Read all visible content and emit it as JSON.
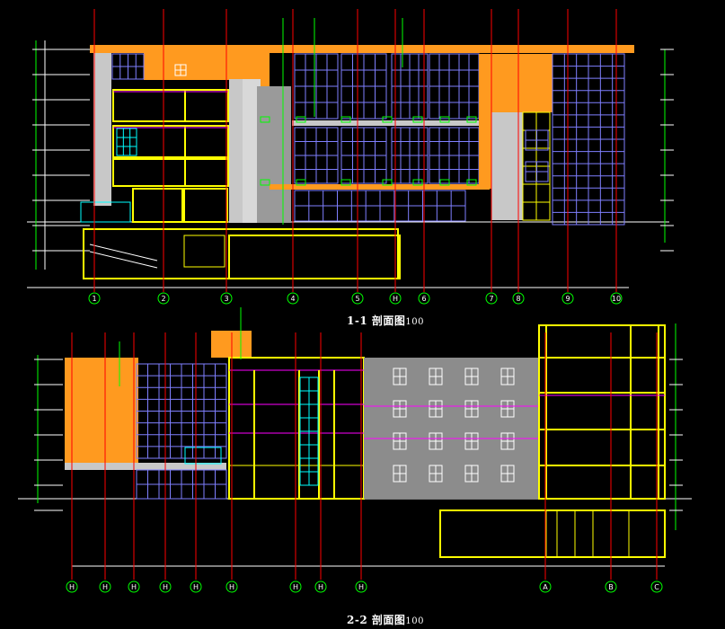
{
  "section_1": {
    "title": "1-1 剖面图",
    "scale": "100",
    "axis_labels": [
      "1",
      "2",
      "3",
      "4",
      "5",
      "H",
      "6",
      "7",
      "8",
      "9",
      "10"
    ]
  },
  "section_2": {
    "title": "2-2 剖面图",
    "scale": "100",
    "axis_labels": [
      "H",
      "H",
      "H",
      "H",
      "H",
      "H",
      "H",
      "H",
      "H",
      "A",
      "B",
      "C"
    ]
  },
  "colors": {
    "background": "#000000",
    "orange": "#ff9a1f",
    "yellow": "#ffff00",
    "cyan": "#00ffff",
    "glazing": "#7f7fff",
    "grey_wall": "#8c8c8c",
    "light_grey": "#c8c8c8",
    "green": "#00ff00",
    "red": "#ff0000",
    "magenta": "#ff00ff",
    "white": "#ffffff"
  }
}
